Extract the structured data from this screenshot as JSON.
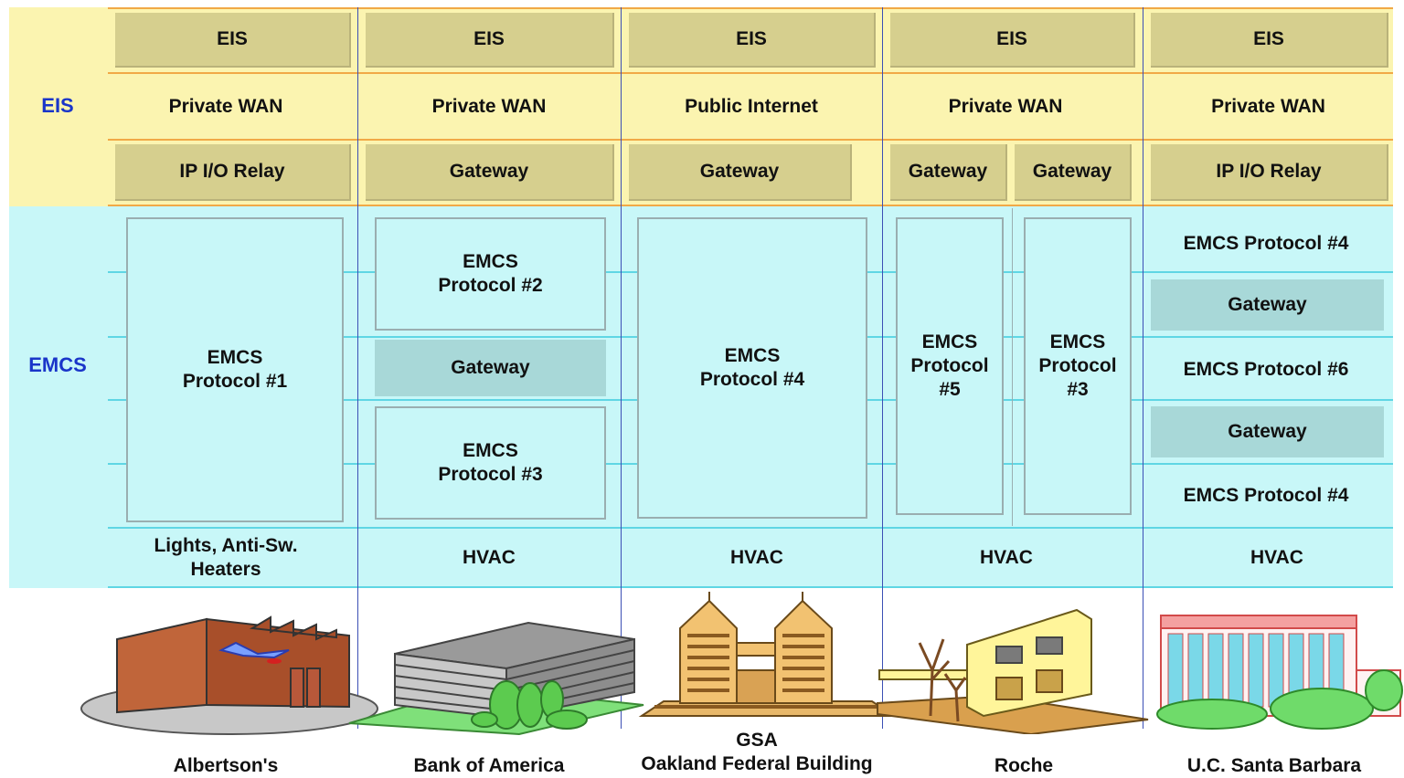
{
  "bands": {
    "eis_label": "EIS",
    "emcs_label": "EMCS"
  },
  "columns": [
    {
      "eis": "EIS",
      "network": "Private WAN",
      "interface": [
        "IP I/O Relay"
      ],
      "emcs": [
        "EMCS\nProtocol #1"
      ],
      "equipment": "Lights, Anti-Sw.\nHeaters",
      "site": "Albertson's"
    },
    {
      "eis": "EIS",
      "network": "Private WAN",
      "interface": [
        "Gateway"
      ],
      "emcs": [
        "EMCS\nProtocol #2",
        "Gateway",
        "EMCS\nProtocol #3"
      ],
      "equipment": "HVAC",
      "site": "Bank of America"
    },
    {
      "eis": "EIS",
      "network": "Public Internet",
      "interface": [
        "Gateway"
      ],
      "emcs": [
        "EMCS\nProtocol #4"
      ],
      "equipment": "HVAC",
      "site": "GSA\nOakland Federal Building"
    },
    {
      "eis": "EIS",
      "network": "Private WAN",
      "interface": [
        "Gateway",
        "Gateway"
      ],
      "emcs": [
        "EMCS\nProtocol\n#5",
        "EMCS\nProtocol\n#3"
      ],
      "equipment": "HVAC",
      "site": "Roche"
    },
    {
      "eis": "EIS",
      "network": "Private WAN",
      "interface": [
        "IP I/O Relay"
      ],
      "emcs": [
        "EMCS Protocol #4",
        "Gateway",
        "EMCS Protocol #6",
        "Gateway",
        "EMCS Protocol #4"
      ],
      "equipment": "HVAC",
      "site": "U.C. Santa Barbara"
    }
  ],
  "colors": {
    "eis_band": "#fbf4b0",
    "emcs_band": "#c8f7f8",
    "eis_box": "#d6cf8e",
    "gateway_box": "#a8d8d8",
    "band_label": "#1a35c9"
  }
}
